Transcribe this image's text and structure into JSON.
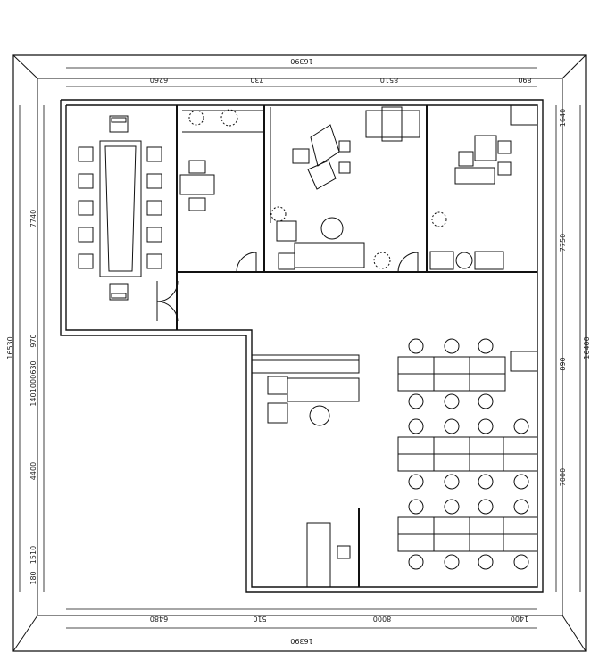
{
  "dimensions": {
    "top_total": "16390",
    "top_segments": [
      "6260",
      "730",
      "8510",
      "890"
    ],
    "bottom_total": "16390",
    "bottom_segments": [
      "6480",
      "510",
      "8000",
      "1400"
    ],
    "left_total": "16530",
    "left_segments": [
      "7740",
      "970",
      "630",
      "1000",
      "140",
      "4400",
      "1510",
      "180"
    ],
    "right_total": "16400",
    "right_segments": [
      "1640",
      "7750",
      "890",
      "7000"
    ]
  }
}
